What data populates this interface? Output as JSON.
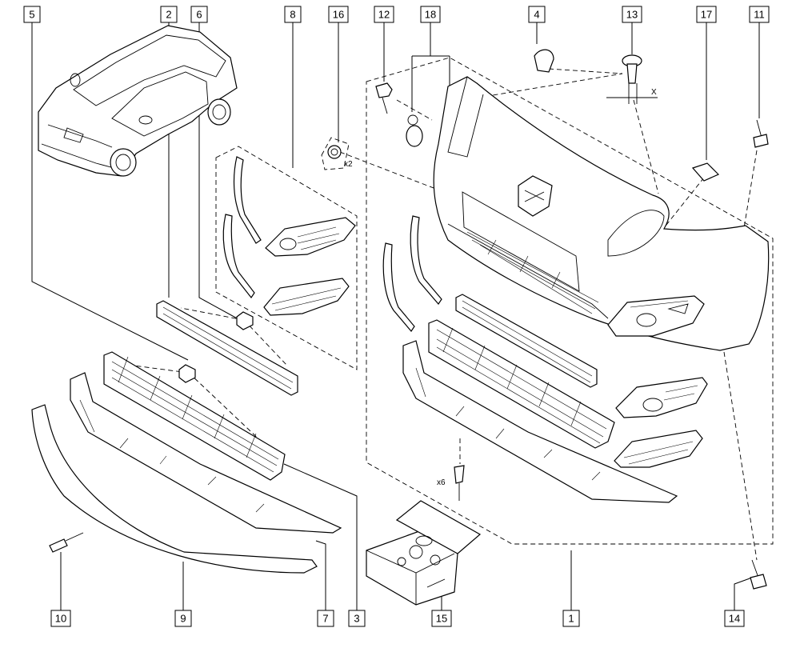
{
  "callouts": [
    {
      "id": "c5",
      "label": "5"
    },
    {
      "id": "c2",
      "label": "2"
    },
    {
      "id": "c6",
      "label": "6"
    },
    {
      "id": "c8",
      "label": "8"
    },
    {
      "id": "c16",
      "label": "16"
    },
    {
      "id": "c12",
      "label": "12"
    },
    {
      "id": "c18",
      "label": "18"
    },
    {
      "id": "c4",
      "label": "4"
    },
    {
      "id": "c13",
      "label": "13"
    },
    {
      "id": "c17",
      "label": "17"
    },
    {
      "id": "c11",
      "label": "11"
    },
    {
      "id": "c10",
      "label": "10"
    },
    {
      "id": "c9",
      "label": "9"
    },
    {
      "id": "c7",
      "label": "7"
    },
    {
      "id": "c3",
      "label": "3"
    },
    {
      "id": "c15",
      "label": "15"
    },
    {
      "id": "c1",
      "label": "1"
    },
    {
      "id": "c14",
      "label": "14"
    }
  ],
  "annotations": {
    "x2": "x2",
    "x6": "x6",
    "x_dim": "X"
  }
}
